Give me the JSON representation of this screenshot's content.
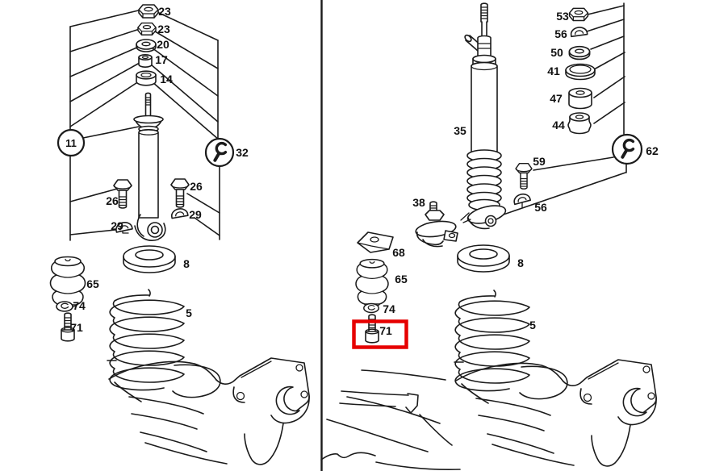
{
  "figure": {
    "kind": "exploded-parts-diagram",
    "panel_count": 2
  },
  "colors": {
    "line": "#1b1b1b",
    "background": "#ffffff",
    "highlight_box": "#e60000"
  },
  "highlight": {
    "highlighted_callout": "71",
    "box_color": "#e60000"
  },
  "left": {
    "callouts": {
      "nut_upper": "23",
      "nut_lower": "23",
      "washer": "20",
      "bushing": "17",
      "sleeve": "14",
      "assembly_group": "11",
      "tools": "32",
      "bolt_left": "26",
      "bolt_right": "26",
      "clamp_left": "29",
      "clamp_right": "29",
      "spring_seat": "8",
      "buffer": "65",
      "washer_small": "74",
      "screw": "71",
      "coil_spring": "5"
    }
  },
  "right": {
    "callouts": {
      "shock_absorber": "35",
      "nut": "53",
      "clamp_upper": "56",
      "washer": "50",
      "ring": "41",
      "bushing_tall": "47",
      "bushing_short": "44",
      "tools": "62",
      "bolt": "59",
      "clamp_lower": "56",
      "spring_seat": "8",
      "joint_seat": "38",
      "pad": "68",
      "buffer": "65",
      "washer_small": "74",
      "screw": "71",
      "coil_spring": "5"
    }
  }
}
